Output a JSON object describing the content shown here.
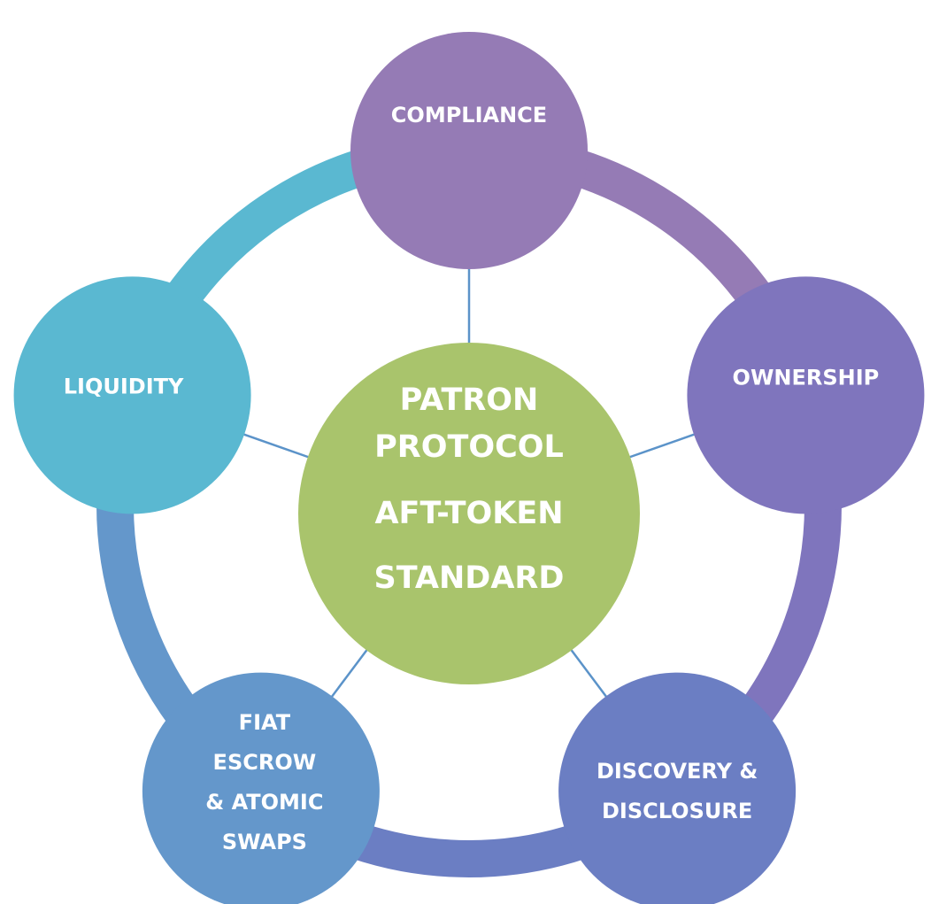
{
  "diagram": {
    "center": {
      "lines": [
        "PATRON",
        "PROTOCOL",
        "AFT-TOKEN",
        "STANDARD"
      ],
      "color": "#a9c46c"
    },
    "nodes": [
      {
        "id": "compliance",
        "lines": [
          "COMPLIANCE"
        ],
        "color": "#957bb5"
      },
      {
        "id": "ownership",
        "lines": [
          "OWNERSHIP"
        ],
        "color": "#7f75bd"
      },
      {
        "id": "discovery",
        "lines": [
          "DISCOVERY &",
          "DISCLOSURE"
        ],
        "color": "#6b7ec3"
      },
      {
        "id": "fiat",
        "lines": [
          "FIAT",
          "ESCROW",
          "& ATOMIC",
          "SWAPS"
        ],
        "color": "#6497cb"
      },
      {
        "id": "liquidity",
        "lines": [
          "LIQUIDITY"
        ],
        "color": "#5ab8d1"
      }
    ],
    "ring_segments": [
      {
        "from": "compliance",
        "to": "ownership",
        "color": "#957bb5"
      },
      {
        "from": "ownership",
        "to": "discovery",
        "color": "#7f75bd"
      },
      {
        "from": "discovery",
        "to": "fiat",
        "color": "#6b7ec3"
      },
      {
        "from": "fiat",
        "to": "liquidity",
        "color": "#6497cb"
      },
      {
        "from": "liquidity",
        "to": "compliance",
        "color": "#5ab8d1"
      }
    ],
    "connector_color": "#5b93c9"
  }
}
